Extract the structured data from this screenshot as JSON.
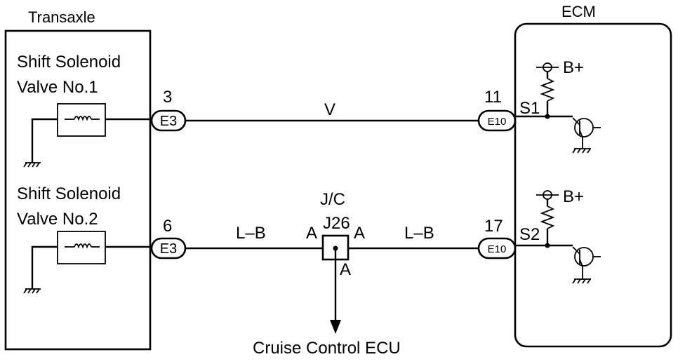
{
  "transaxle": {
    "title": "Transaxle",
    "solenoid1": {
      "line1": "Shift Solenoid",
      "line2": "Valve No.1"
    },
    "solenoid2": {
      "line1": "Shift Solenoid",
      "line2": "Valve No.2"
    }
  },
  "ecm": {
    "title": "ECM"
  },
  "connectors": {
    "e3_top": {
      "pin": "3",
      "code": "E3"
    },
    "e3_bottom": {
      "pin": "6",
      "code": "E3"
    },
    "e10_top": {
      "pin": "11",
      "code": "E10"
    },
    "e10_bottom": {
      "pin": "17",
      "code": "E10"
    }
  },
  "wires": {
    "top_color": "V",
    "bottom_left_color": "L–B",
    "bottom_right_color": "L–B"
  },
  "junction": {
    "title": "J/C",
    "code": "J26",
    "pin_left": "A",
    "pin_right": "A",
    "pin_down": "A"
  },
  "ecm_terminals": {
    "s1": "S1",
    "s2": "S2",
    "supply_top": "B+",
    "supply_bottom": "B+"
  },
  "destination": "Cruise Control ECU"
}
